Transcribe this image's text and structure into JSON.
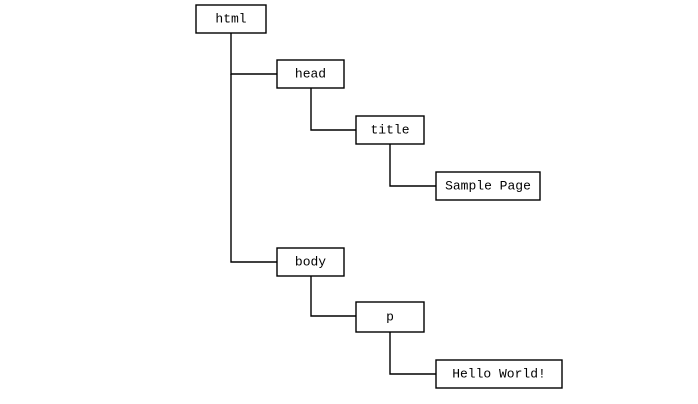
{
  "diagram": {
    "nodes": [
      {
        "id": "html",
        "label": "html"
      },
      {
        "id": "head",
        "label": "head",
        "parent": "html"
      },
      {
        "id": "title",
        "label": "title",
        "parent": "head"
      },
      {
        "id": "title-text",
        "label": "Sample Page",
        "parent": "title"
      },
      {
        "id": "body",
        "label": "body",
        "parent": "html"
      },
      {
        "id": "p",
        "label": "p",
        "parent": "body"
      },
      {
        "id": "p-text",
        "label": "Hello World!",
        "parent": "p"
      }
    ]
  }
}
